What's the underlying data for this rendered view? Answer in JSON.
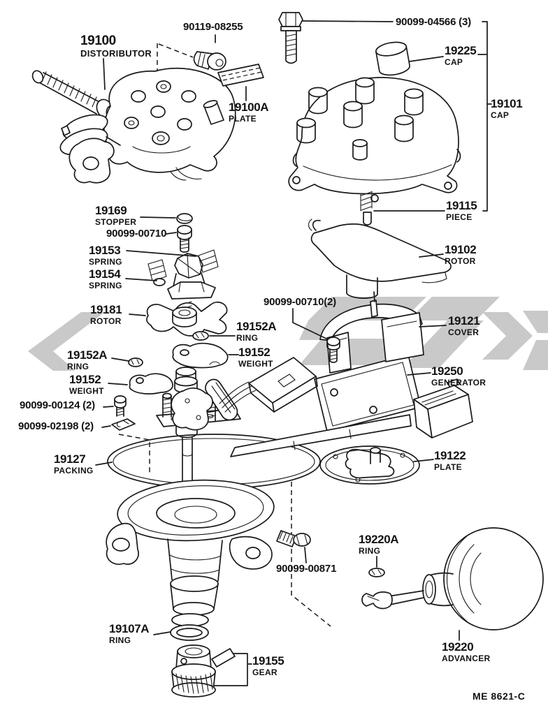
{
  "page": {
    "footer_code": "ME 8621-C"
  },
  "diagram": {
    "subject": "Distributor exploded parts view"
  },
  "colors": {
    "line": "#1a1a1a",
    "watermark": "#c9c9c9",
    "background": "#ffffff"
  },
  "callouts": [
    {
      "number": "90119-08255",
      "name": ""
    },
    {
      "number": "19100",
      "name": "DISTORIBUTOR"
    },
    {
      "number": "90099-04566 (3)",
      "name": ""
    },
    {
      "number": "19225",
      "name": "CAP"
    },
    {
      "number": "19101",
      "name": "CAP"
    },
    {
      "number": "19100A",
      "name": "PLATE"
    },
    {
      "number": "19115",
      "name": "PIECE"
    },
    {
      "number": "19169",
      "name": "STOPPER"
    },
    {
      "number": "90099-00710",
      "name": ""
    },
    {
      "number": "19153",
      "name": "SPRING"
    },
    {
      "number": "19154",
      "name": "SPRING"
    },
    {
      "number": "19102",
      "name": "ROTOR"
    },
    {
      "number": "19181",
      "name": "ROTOR"
    },
    {
      "number": "90099-00710(2)",
      "name": ""
    },
    {
      "number": "19121",
      "name": "COVER"
    },
    {
      "number": "19152A",
      "name": "RING"
    },
    {
      "number": "19152",
      "name": "WEIGHT"
    },
    {
      "number": "19152A",
      "name": "RING"
    },
    {
      "number": "19152",
      "name": "WEIGHT"
    },
    {
      "number": "19250",
      "name": "GENERATOR"
    },
    {
      "number": "90099-00124 (2)",
      "name": ""
    },
    {
      "number": "90099-02198 (2)",
      "name": ""
    },
    {
      "number": "19127",
      "name": "PACKING"
    },
    {
      "number": "19122",
      "name": "PLATE"
    },
    {
      "number": "19220A",
      "name": "RING"
    },
    {
      "number": "90099-00871",
      "name": ""
    },
    {
      "number": "19107A",
      "name": "RING"
    },
    {
      "number": "19155",
      "name": "GEAR"
    },
    {
      "number": "19220",
      "name": "ADVANCER"
    }
  ]
}
